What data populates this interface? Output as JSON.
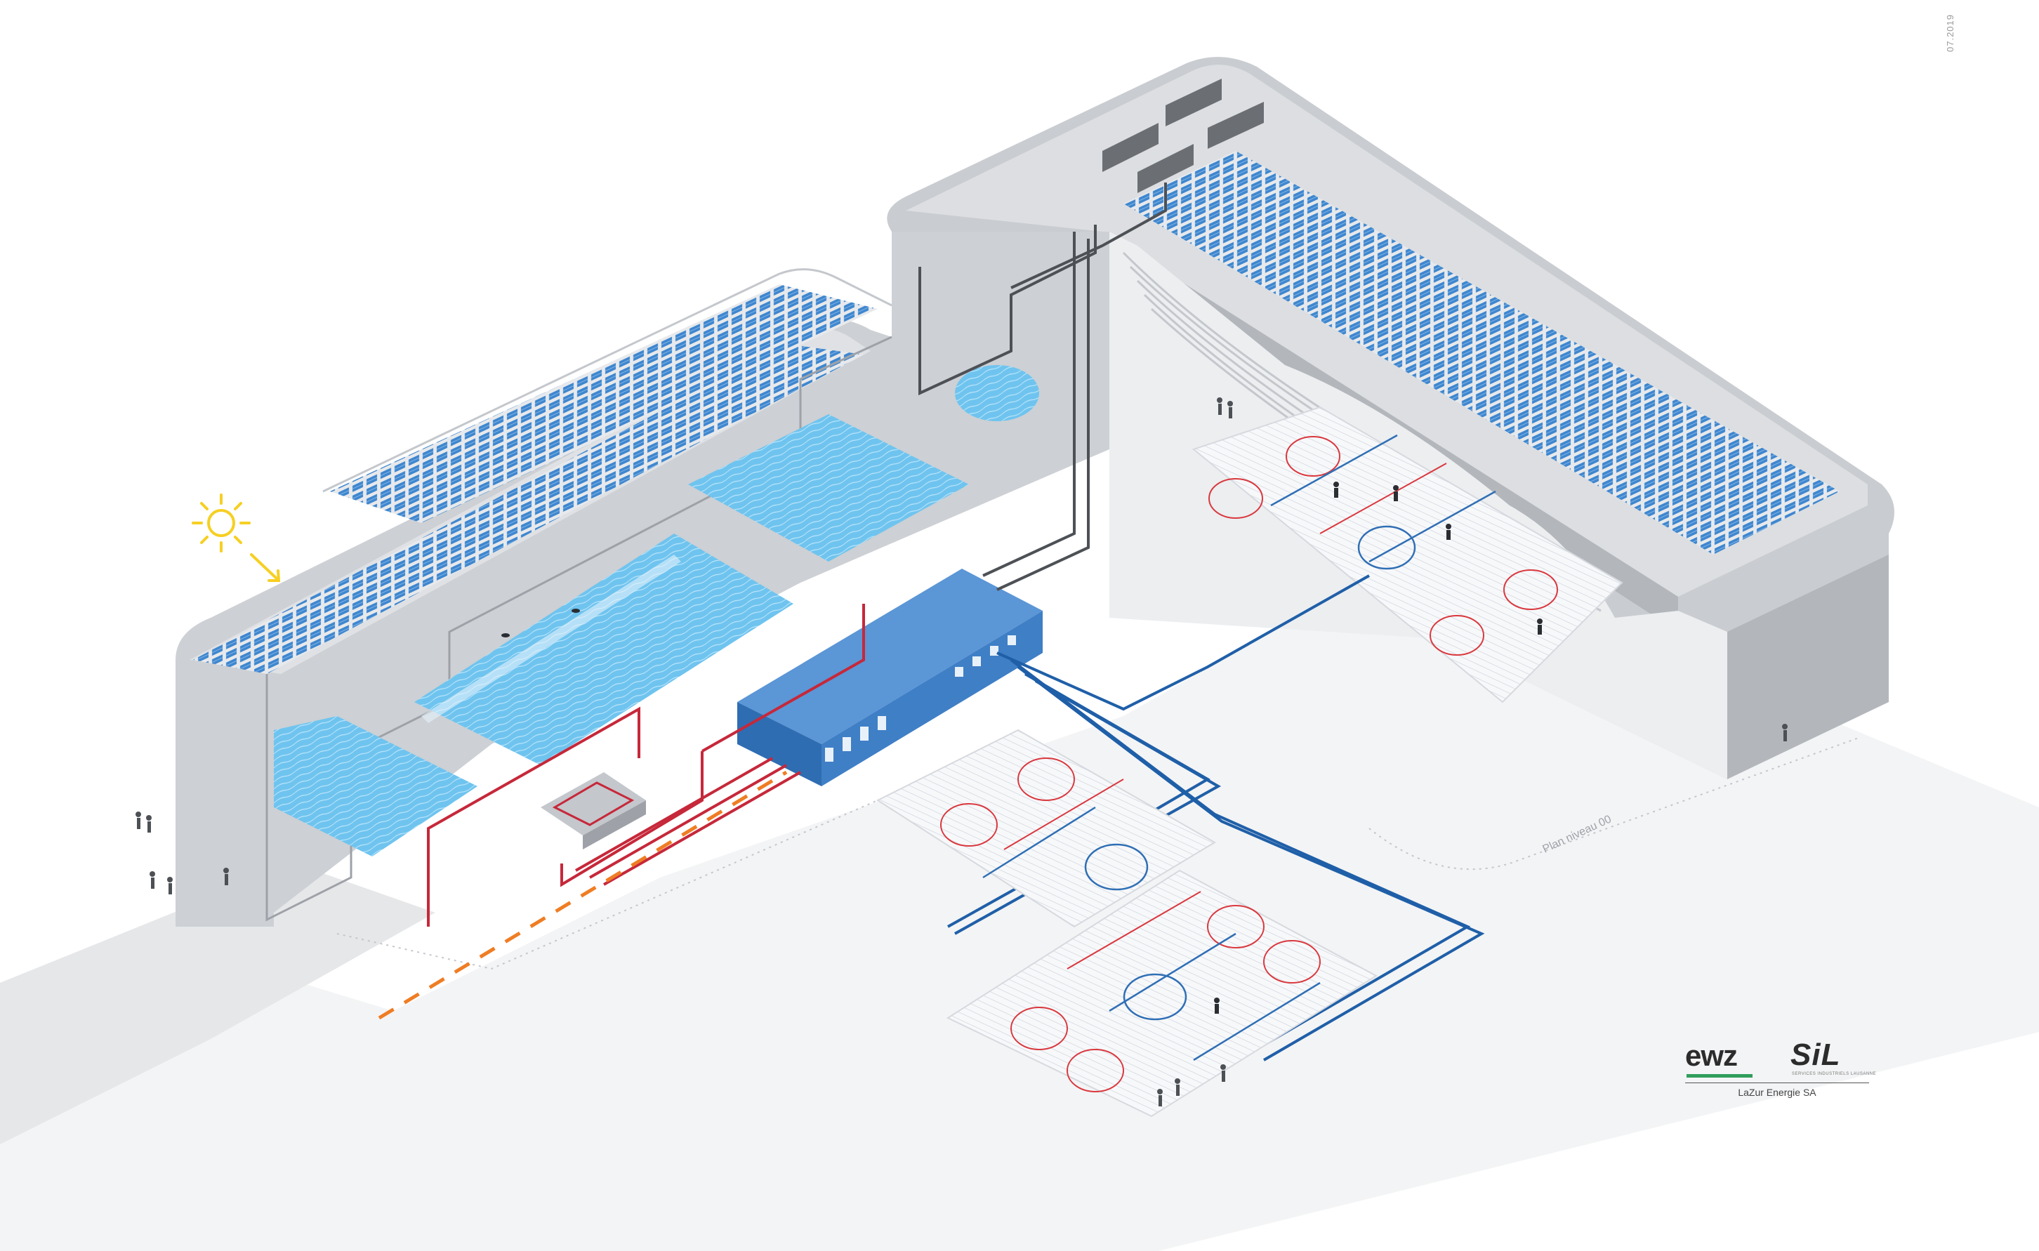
{
  "meta": {
    "date_stamp": "07.2019"
  },
  "plan_label": "Plan niveau 00",
  "logos": {
    "ewz": "ewz",
    "sil": "SiL",
    "sil_tagline": "SERVICES INDUSTRIELS LAUSANNE",
    "caption": "LaZur Energie SA"
  },
  "colors": {
    "building": "#d3d5d8",
    "building_dark": "#babdc1",
    "solar_panel": "#3f87cf",
    "water": "#6fc4ef",
    "ice": "#f6f7f9",
    "rink_red": "#d9383e",
    "rink_blue": "#2f6fb5",
    "heat_pipe": "#c6283a",
    "cold_pipe": "#1f5fa8",
    "grey_pipe": "#4d5156",
    "energy_hub": "#3f7fc6",
    "district_heat": "#ef7d24",
    "sun": "#f6cf22"
  },
  "icons": [
    "sun-icon",
    "sun-direction-arrow-icon",
    "pedestrian-icon",
    "skater-icon",
    "swimmer-icon"
  ]
}
